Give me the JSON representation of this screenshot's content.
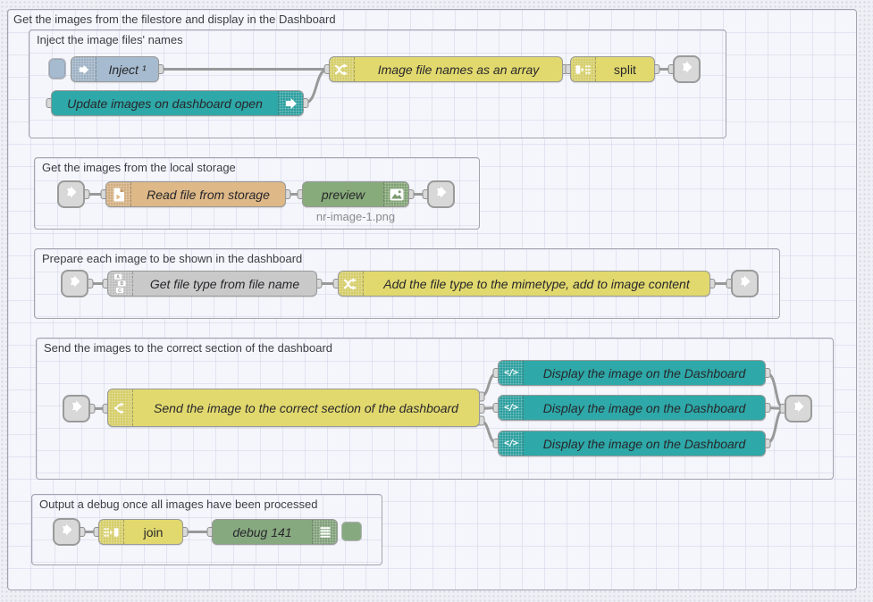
{
  "flow": {
    "outer_group": {
      "label": "Get the images from the filestore and display in the Dashboard"
    },
    "colors": {
      "function_yellow": "#e2d96e",
      "dashboard_teal": "#2ea8a8",
      "inject_blue": "#a6bbcf",
      "file_orange": "#deb887",
      "preview_green": "#87ab7a",
      "debug_green": "#87a980",
      "node_grey": "#c9c9c9",
      "link_node_grey": "#d8d8d8",
      "wire_grey": "#999999",
      "group_border": "#a2a3ad"
    },
    "groups": [
      {
        "label": "Inject the image files' names",
        "nodes": [
          {
            "id": "inject",
            "type": "inject",
            "label": "Inject ¹",
            "icon": "arrow-right-icon"
          },
          {
            "id": "update-on-open",
            "type": "dashboard-event",
            "label": "Update images on dashboard open",
            "icon": "arrow-right-icon"
          },
          {
            "id": "filenames-function",
            "type": "function",
            "label": "Image file names as an array",
            "icon": "shuffle-icon"
          },
          {
            "id": "split",
            "type": "split",
            "label": "split",
            "icon": "split-icon"
          },
          {
            "id": "link-out-1",
            "type": "link-out",
            "icon": "link-arrow-icon"
          }
        ]
      },
      {
        "label": "Get the images from the local storage",
        "nodes": [
          {
            "id": "link-in-2",
            "type": "link-in",
            "icon": "link-arrow-icon"
          },
          {
            "id": "read-file",
            "type": "file-in",
            "label": "Read file from storage",
            "icon": "file-icon"
          },
          {
            "id": "preview",
            "type": "image-preview",
            "label": "preview",
            "icon": "image-icon",
            "caption": "nr-image-1.png"
          },
          {
            "id": "link-out-2",
            "type": "link-out",
            "icon": "link-arrow-icon"
          }
        ]
      },
      {
        "label": "Prepare each image to be shown in the dashboard",
        "nodes": [
          {
            "id": "link-in-3",
            "type": "link-in",
            "icon": "link-arrow-icon"
          },
          {
            "id": "get-file-type",
            "type": "string",
            "label": "Get file type from file name",
            "icon": "abc-icon"
          },
          {
            "id": "add-mimetype-function",
            "type": "function",
            "label": "Add the file type to the mimetype, add to image content",
            "icon": "shuffle-icon"
          },
          {
            "id": "link-out-3",
            "type": "link-out",
            "icon": "link-arrow-icon"
          }
        ]
      },
      {
        "label": "Send the images to the correct section of the dashboard",
        "nodes": [
          {
            "id": "link-in-4",
            "type": "link-in",
            "icon": "link-arrow-icon"
          },
          {
            "id": "switch",
            "type": "switch",
            "label": "Send the image to the correct section of the dashboard",
            "icon": "switch-icon",
            "outputs": 3
          },
          {
            "id": "display-1",
            "type": "template",
            "label": "Display the image on the Dashboard",
            "icon": "code-icon"
          },
          {
            "id": "display-2",
            "type": "template",
            "label": "Display the image on the Dashboard",
            "icon": "code-icon"
          },
          {
            "id": "display-3",
            "type": "template",
            "label": "Display the image on the Dashboard",
            "icon": "code-icon"
          },
          {
            "id": "link-out-4",
            "type": "link-out",
            "icon": "link-arrow-icon"
          }
        ]
      },
      {
        "label": "Output a debug once all images have been processed",
        "nodes": [
          {
            "id": "link-in-5",
            "type": "link-in",
            "icon": "link-arrow-icon"
          },
          {
            "id": "join",
            "type": "join",
            "label": "join",
            "icon": "join-icon"
          },
          {
            "id": "debug",
            "type": "debug",
            "label": "debug 141",
            "icon": "debug-list-icon",
            "toggle": "enabled"
          }
        ]
      }
    ]
  }
}
